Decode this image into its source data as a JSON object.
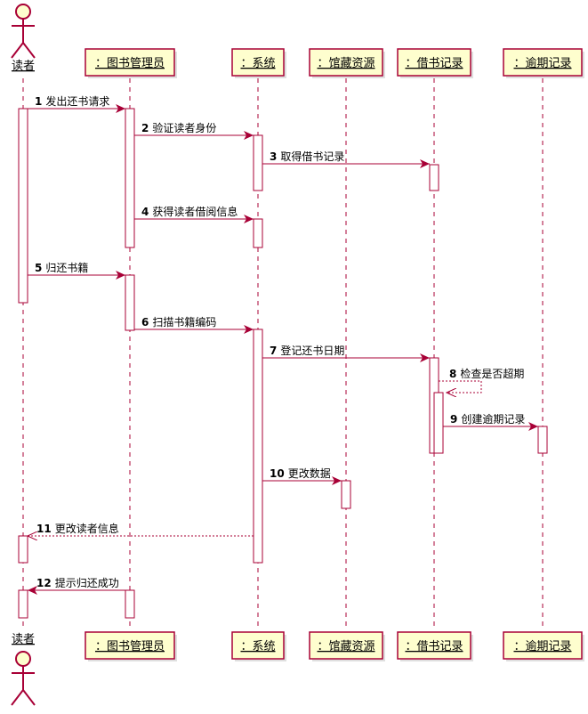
{
  "colors": {
    "participant_fill": "#FEFECE",
    "participant_border": "#A80036",
    "message_line": "#A80036",
    "lifeline": "#A80036",
    "activation_fill": "#FFFFFF",
    "text": "#000000"
  },
  "participants": [
    {
      "id": "reader",
      "label": "读者",
      "kind": "actor"
    },
    {
      "id": "librarian",
      "label": "：图书管理员",
      "kind": "box"
    },
    {
      "id": "system",
      "label": "：系统",
      "kind": "box"
    },
    {
      "id": "collection",
      "label": "：馆藏资源",
      "kind": "box"
    },
    {
      "id": "borrow",
      "label": "：借书记录",
      "kind": "box"
    },
    {
      "id": "overdue",
      "label": "：逾期记录",
      "kind": "box"
    }
  ],
  "messages": [
    {
      "num": "1",
      "text": "发出还书请求",
      "from": "reader",
      "to": "librarian",
      "style": "solid"
    },
    {
      "num": "2",
      "text": "验证读者身份",
      "from": "librarian",
      "to": "system",
      "style": "solid"
    },
    {
      "num": "3",
      "text": "取得借书记录",
      "from": "system",
      "to": "borrow",
      "style": "solid"
    },
    {
      "num": "4",
      "text": "获得读者借阅信息",
      "from": "librarian",
      "to": "system",
      "style": "solid"
    },
    {
      "num": "5",
      "text": "归还书籍",
      "from": "reader",
      "to": "librarian",
      "style": "solid"
    },
    {
      "num": "6",
      "text": "扫描书籍编码",
      "from": "librarian",
      "to": "system",
      "style": "solid"
    },
    {
      "num": "7",
      "text": "登记还书日期",
      "from": "system",
      "to": "borrow",
      "style": "solid"
    },
    {
      "num": "8",
      "text": "检查是否超期",
      "from": "borrow",
      "to": "borrow",
      "style": "dashed"
    },
    {
      "num": "9",
      "text": "创建逾期记录",
      "from": "borrow",
      "to": "overdue",
      "style": "solid"
    },
    {
      "num": "10",
      "text": "更改数据",
      "from": "system",
      "to": "collection",
      "style": "solid"
    },
    {
      "num": "11",
      "text": "更改读者信息",
      "from": "system",
      "to": "reader",
      "style": "dashed"
    },
    {
      "num": "12",
      "text": "提示归还成功",
      "from": "librarian",
      "to": "reader",
      "style": "solid"
    }
  ]
}
